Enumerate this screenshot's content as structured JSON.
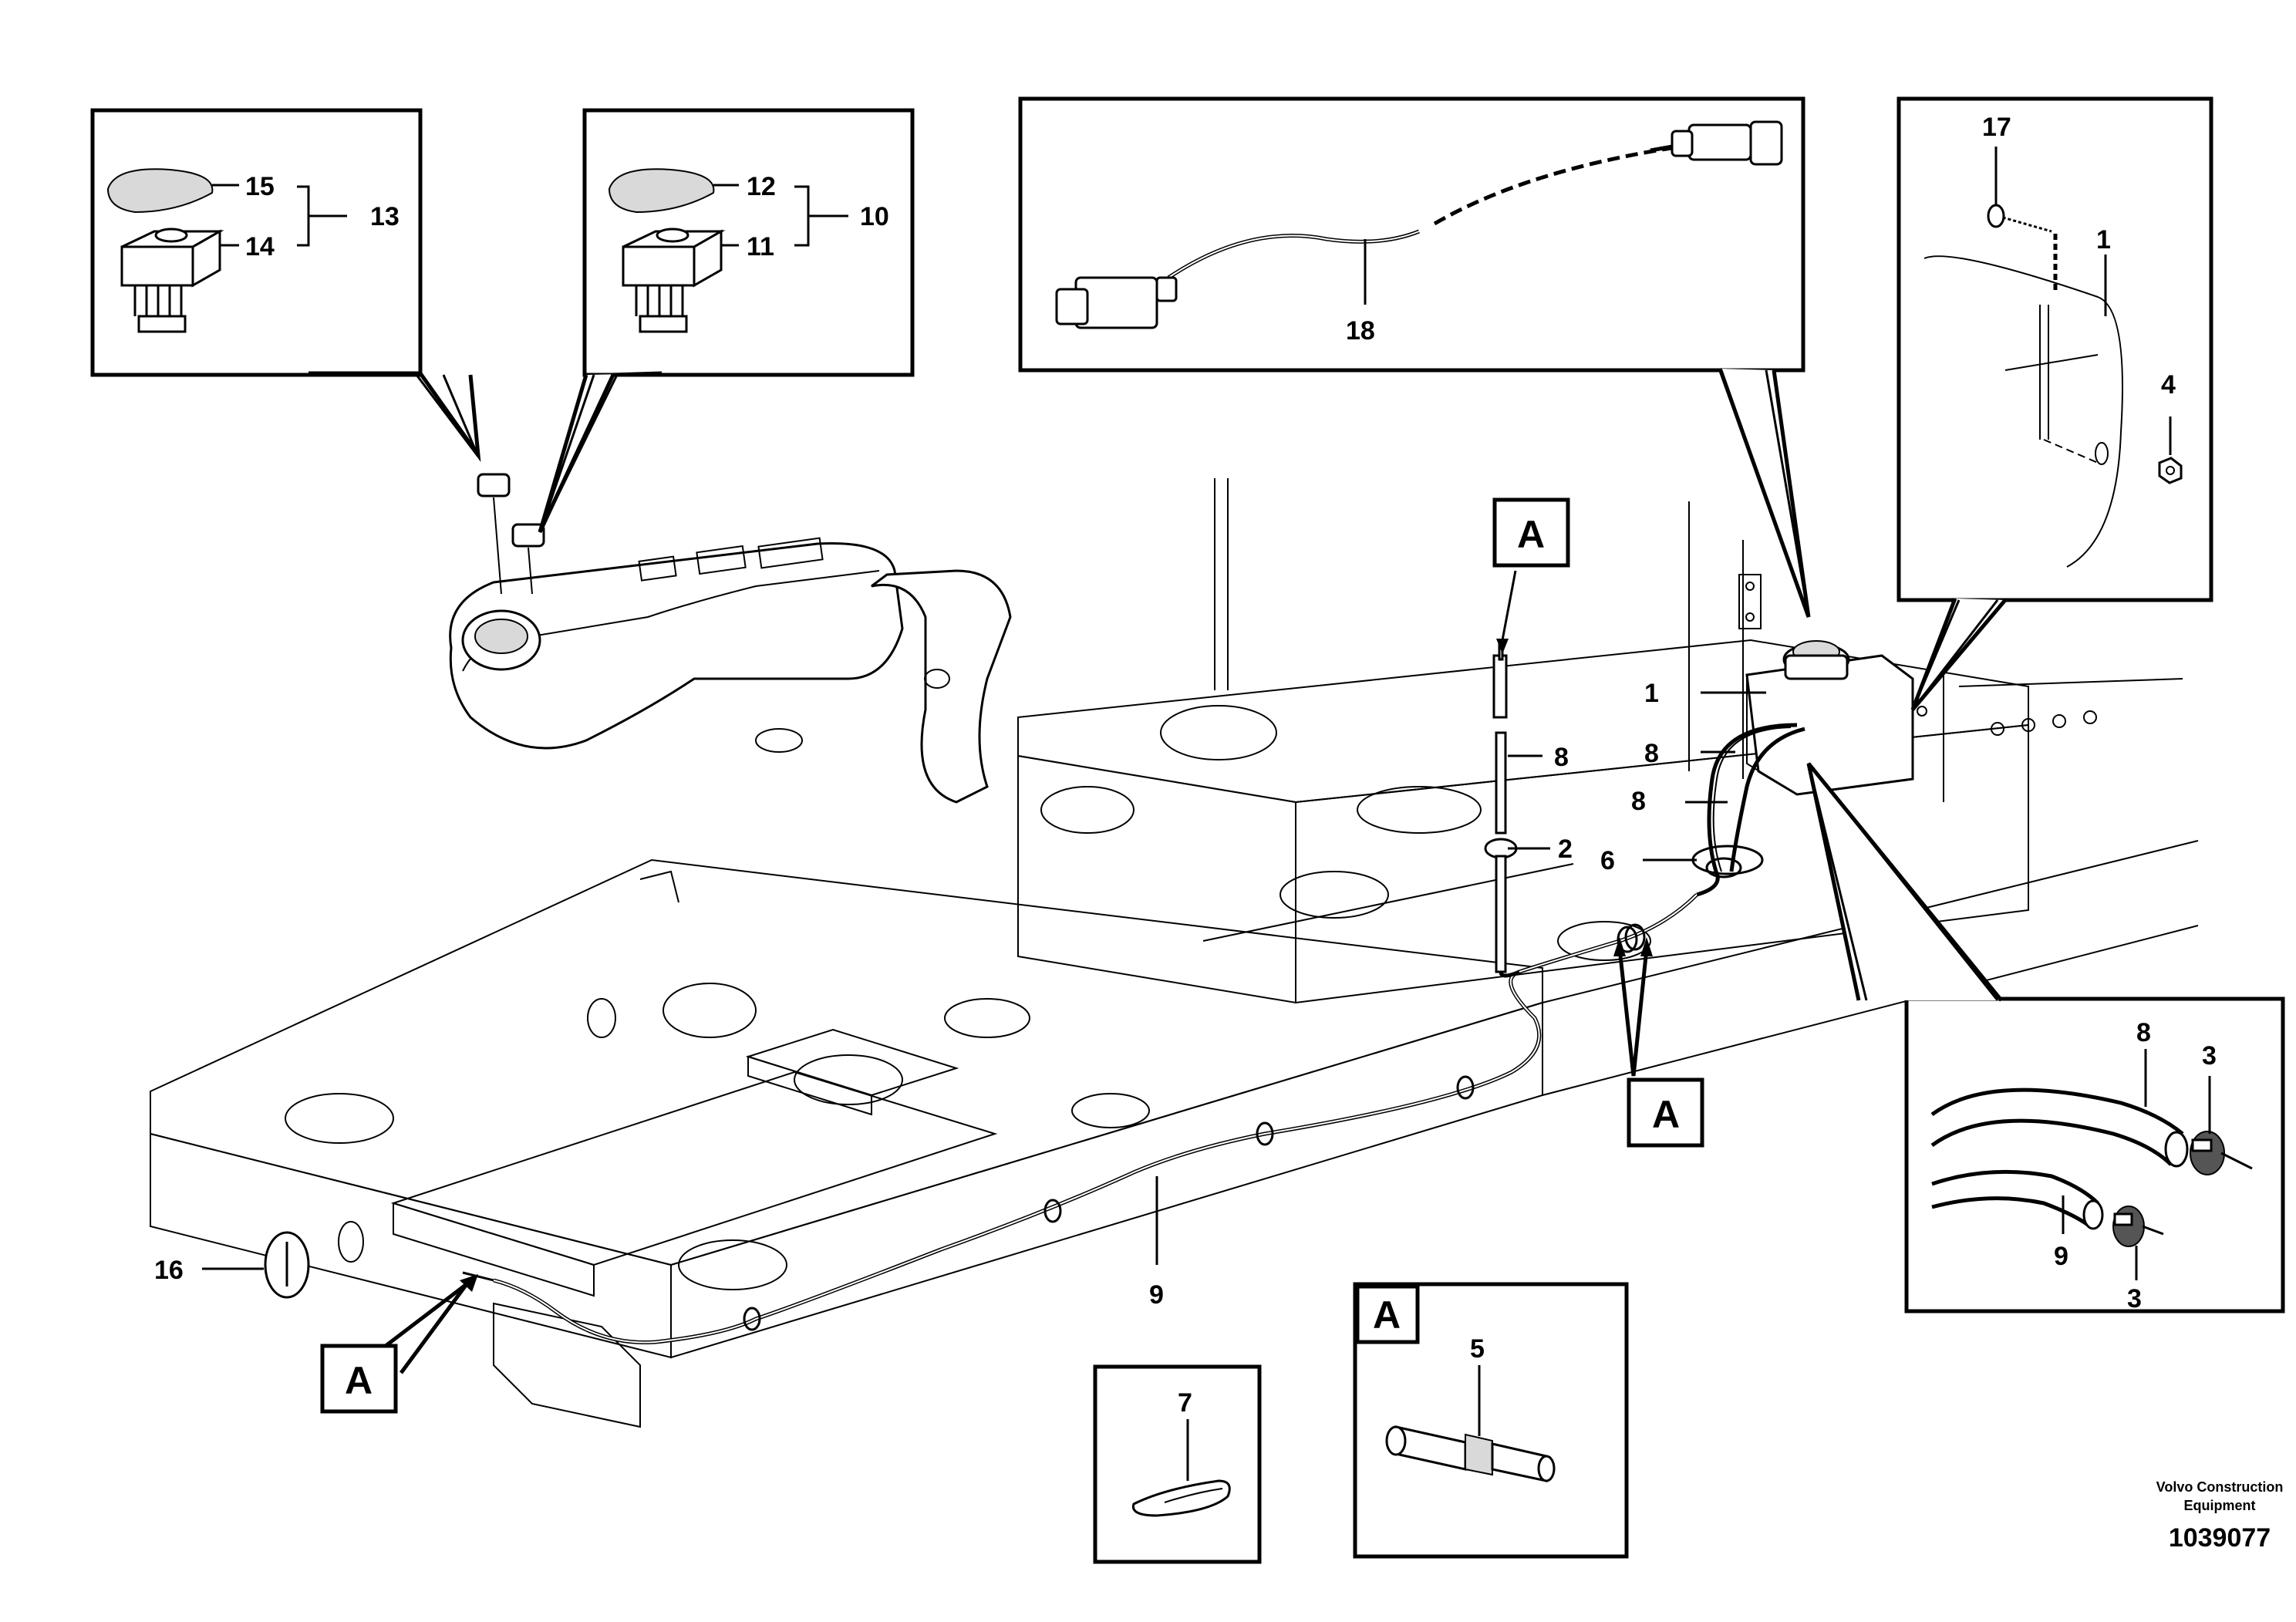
{
  "callouts": {
    "c1a": "1",
    "c1b": "1",
    "c2": "2",
    "c3a": "3",
    "c3b": "3",
    "c4": "4",
    "c5": "5",
    "c6": "6",
    "c7": "7",
    "c8a": "8",
    "c8b": "8",
    "c8c": "8",
    "c8d": "8",
    "c9a": "9",
    "c9b": "9",
    "c10": "10",
    "c11": "11",
    "c12": "12",
    "c13": "13",
    "c14": "14",
    "c15": "15",
    "c16": "16",
    "c17": "17",
    "c18": "18"
  },
  "view_markers": {
    "a1": "A",
    "a2": "A",
    "a3": "A",
    "a4": "A"
  },
  "footer": {
    "company_line1": "Volvo Construction",
    "company_line2": "Equipment",
    "drawing_number": "1039077"
  }
}
